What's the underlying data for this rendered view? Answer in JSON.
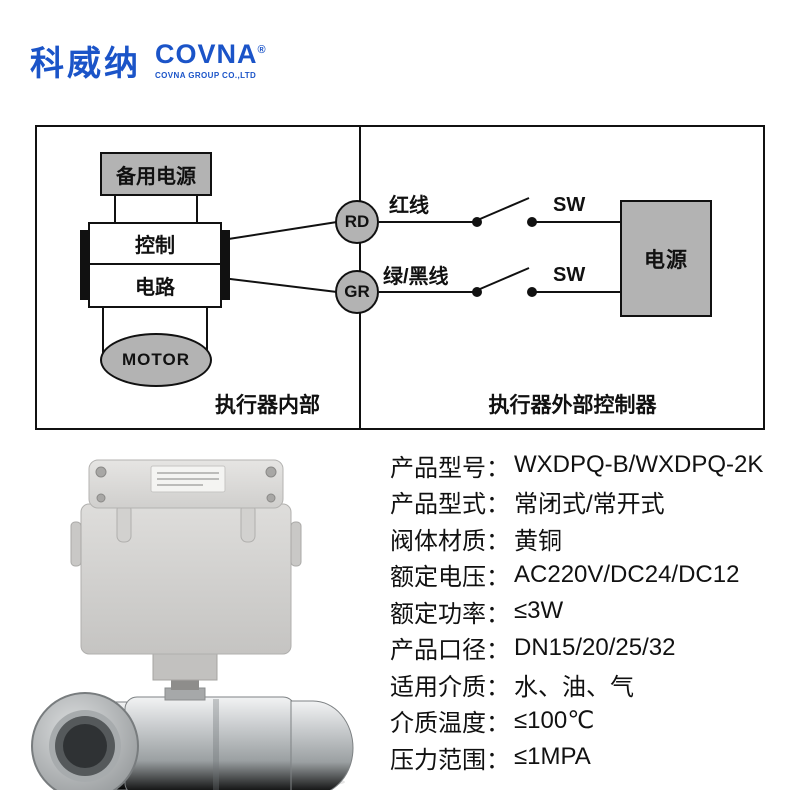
{
  "colors": {
    "brand_blue": "#1b54c8",
    "box_gray": "#b3b3b3",
    "line_black": "#111111"
  },
  "header": {
    "brand_cn": "科威纳",
    "brand_en": "COVNA",
    "brand_reg": "®",
    "brand_sub": "COVNA GROUP CO.,LTD"
  },
  "diagram": {
    "backup_power_label": "备用电源",
    "control_label": "控制",
    "circuit_label": "电路",
    "motor_label": "MOTOR",
    "rd_terminal": "RD",
    "gr_terminal": "GR",
    "red_wire_label": "红线",
    "green_black_wire_label": "绿/黑线",
    "switch1_label": "SW",
    "switch2_label": "SW",
    "power_label": "电源",
    "inside_caption": "执行器内部",
    "outside_caption": "执行器外部控制器"
  },
  "specs": {
    "rows": [
      {
        "label": "产品型号：",
        "value": "WXDPQ-B/WXDPQ-2K"
      },
      {
        "label": "产品型式：",
        "value": "常闭式/常开式"
      },
      {
        "label": "阀体材质：",
        "value": "黄铜"
      },
      {
        "label": "额定电压：",
        "value": "AC220V/DC24/DC12"
      },
      {
        "label": "额定功率：",
        "value": "≤3W"
      },
      {
        "label": "产品口径：",
        "value": "DN15/20/25/32"
      },
      {
        "label": "适用介质：",
        "value": "水、油、气"
      },
      {
        "label": "介质温度：",
        "value": "≤100℃"
      },
      {
        "label": "压力范围：",
        "value": "≤1MPA"
      }
    ]
  }
}
